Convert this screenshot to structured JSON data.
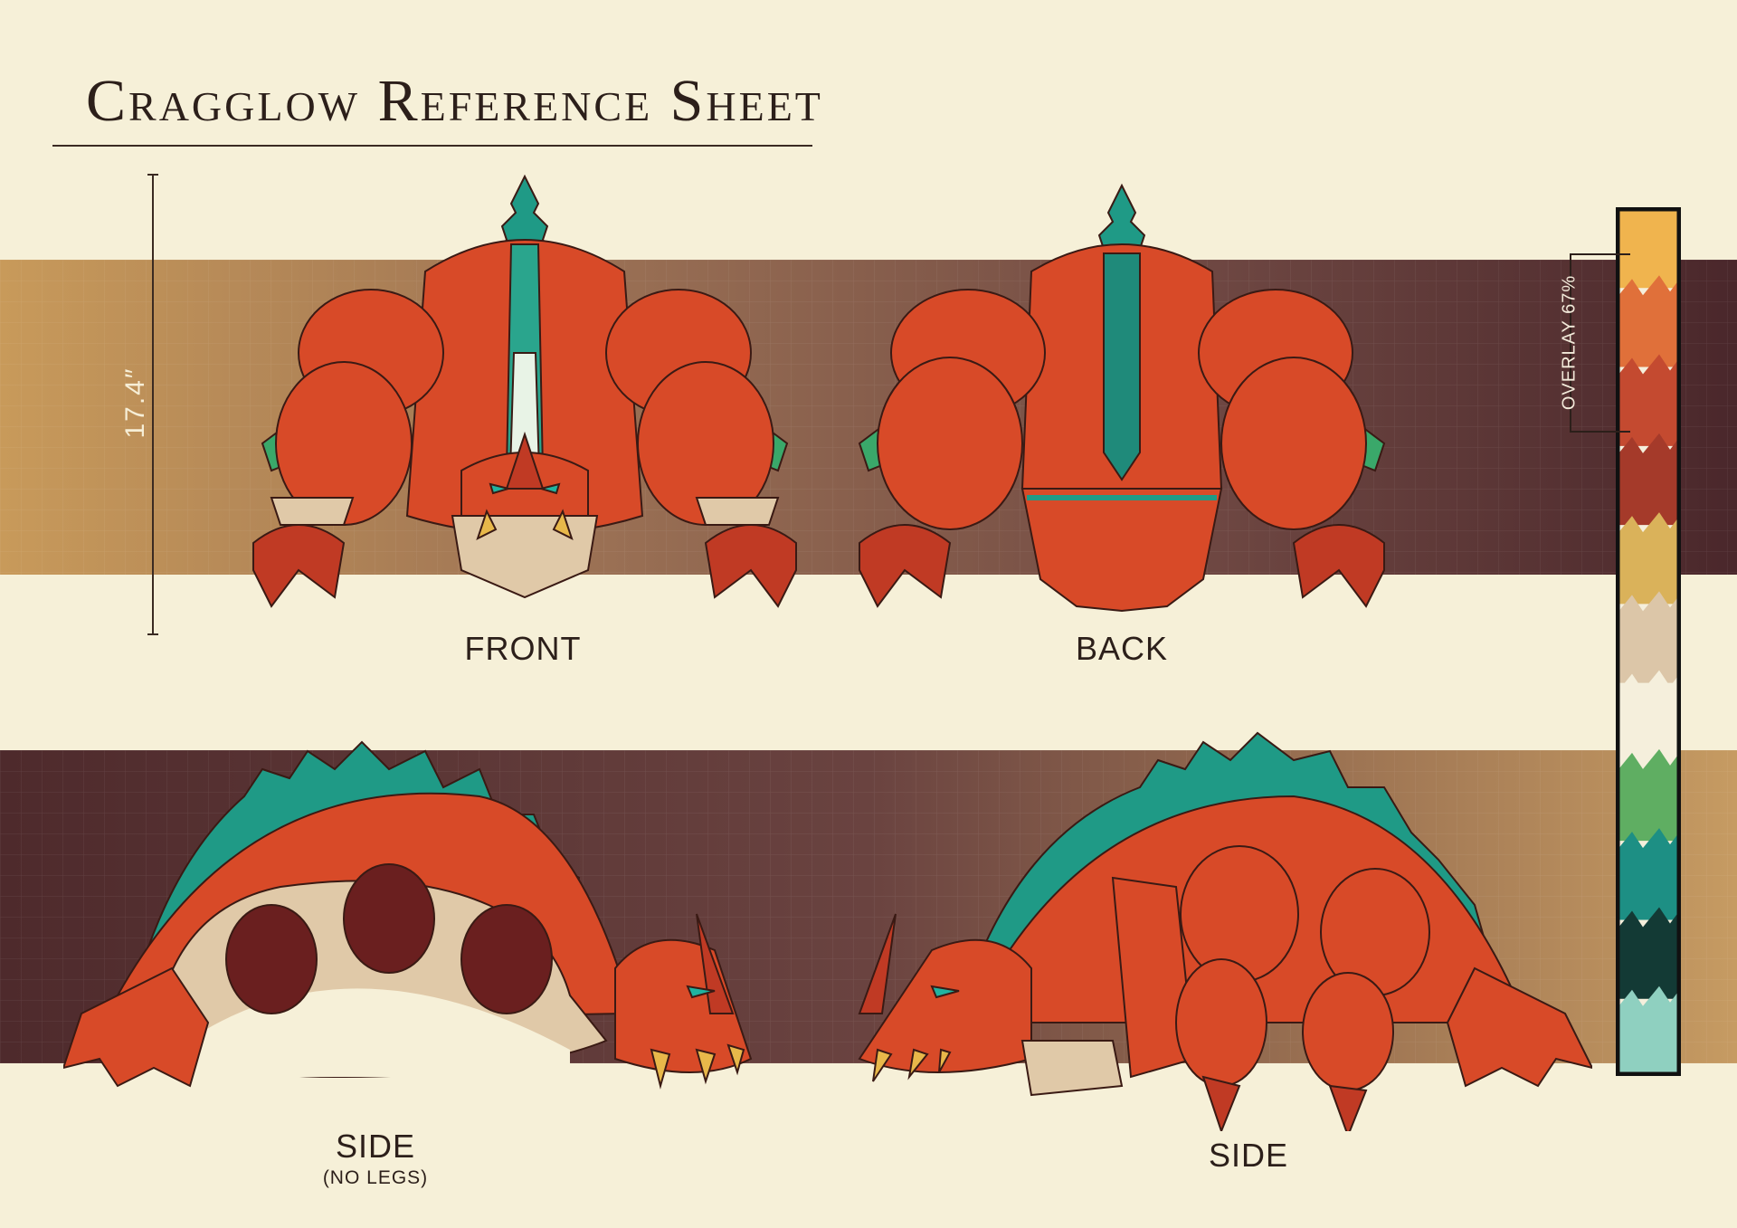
{
  "sheet": {
    "title": "Cragglow Reference Sheet",
    "height_label": "17.4″"
  },
  "views": {
    "front": "FRONT",
    "back": "BACK",
    "side_no_legs": "SIDE",
    "side_no_legs_note": "(NO LEGS)",
    "side": "SIDE"
  },
  "palette": {
    "overlay_label": "OVERLAY 67%",
    "swatches": [
      "#f0b44e",
      "#e0703a",
      "#c44a30",
      "#a53a2a",
      "#dab25a",
      "#dcc6a8",
      "#f5efdc",
      "#5fae62",
      "#1d8f84",
      "#133a35",
      "#8fd0c0"
    ]
  },
  "colors": {
    "background": "#f6f0d8",
    "band_light": "#c89a5a",
    "band_dark": "#4e2a2c",
    "scale_red": "#d84a28",
    "crest_teal": "#1f9a86",
    "belly": "#e0c9a8",
    "horn_yellow": "#e8b84a",
    "outline": "#3a1a14"
  }
}
